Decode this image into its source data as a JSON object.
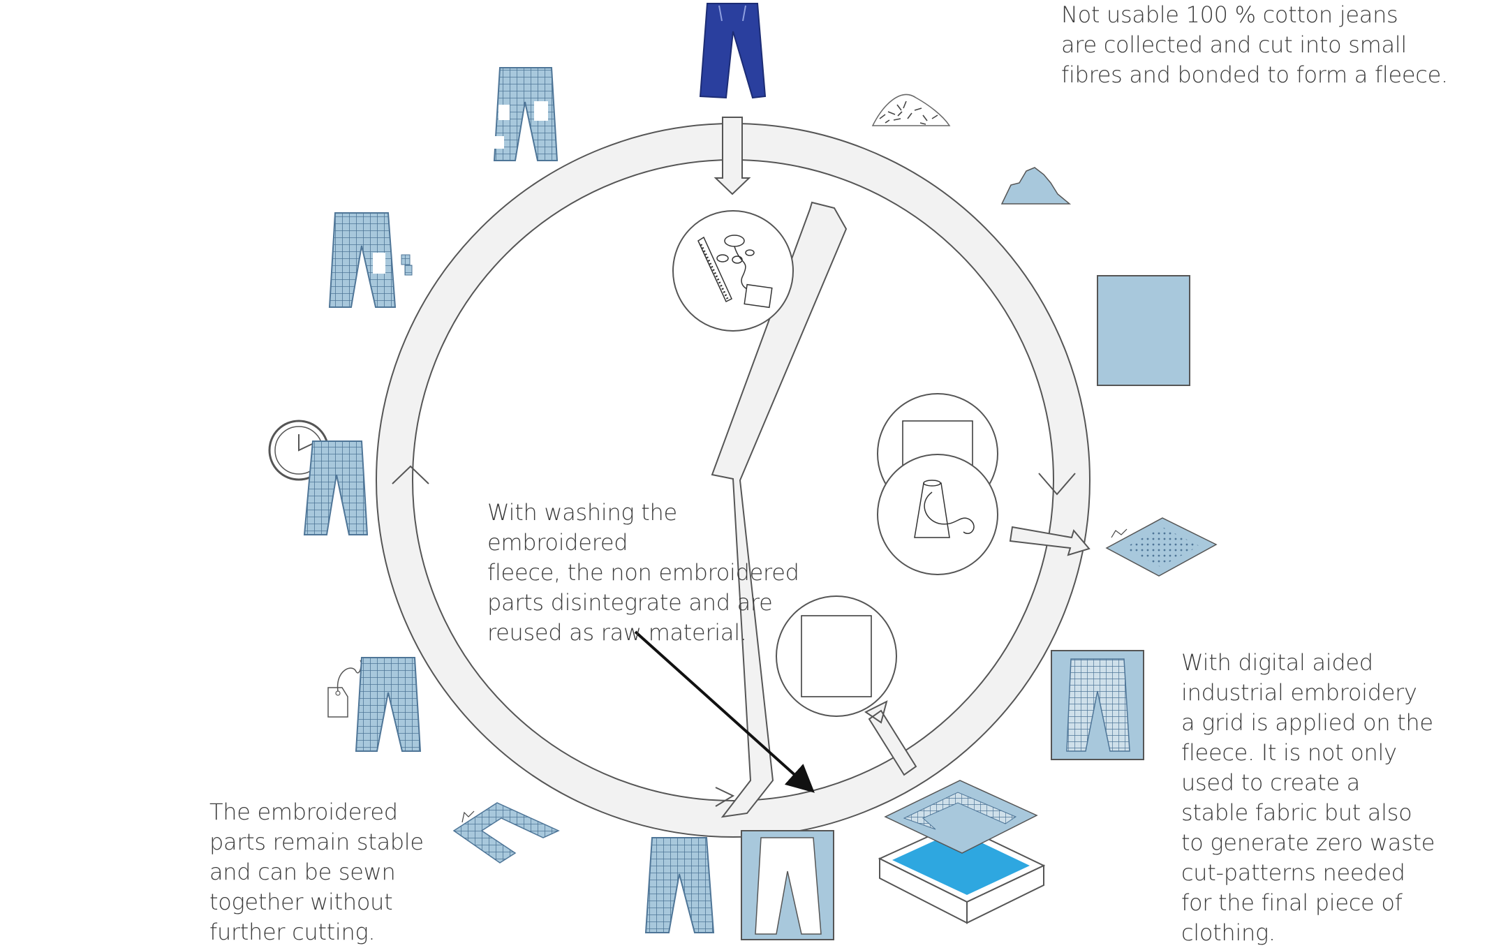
{
  "texts": {
    "top": "Not usable 100 % cotton jeans\nare collected and cut into small\nfibres and bonded to form a fleece.",
    "middle": "With washing the embroidered\nfleece, the non embroidered\nparts disintegrate and are\nreused as raw material.",
    "right": "With digital aided\nindustrial embroidery\na grid is applied on the\nfleece. It is not only\nused to create a\nstable fabric but also\nto generate zero waste\ncut-patterns needed\nfor the final piece of\nclothing.",
    "left": "The embroidered\nparts remain stable\nand can be sewn\ntogether without\nfurther cutting."
  },
  "colors": {
    "denim": "#2a3f9e",
    "light_blue": "#a8c8dc",
    "grid_blue": "#6f93b3",
    "bright_blue": "#2ea7e0",
    "ring_fill": "#f2f2f2",
    "line": "#555555"
  },
  "icons": [
    "jeans-icon",
    "fibres-pile-icon",
    "fleece-pile-icon",
    "fleece-sheet-icon",
    "embroidered-sheet-icon",
    "grid-jeans-pattern-icon",
    "washing-tub-icon",
    "clothing-tag-icon",
    "clock-icon",
    "notions-icon",
    "thread-spool-icon"
  ]
}
